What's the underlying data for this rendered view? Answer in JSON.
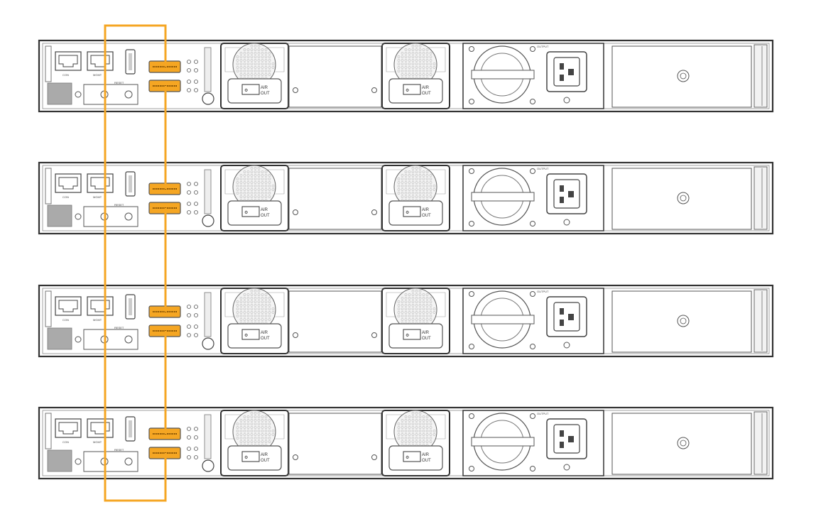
{
  "diagram": {
    "title": "",
    "units": [
      {
        "id": "switch-1"
      },
      {
        "id": "switch-2"
      },
      {
        "id": "switch-3"
      },
      {
        "id": "switch-4"
      }
    ],
    "port_labels": {
      "console": "CON",
      "mgmt": "MGMT",
      "reset": "RESET",
      "psu": "OUTPUT",
      "air_top": "AIR",
      "air_bottom": "OUT"
    },
    "stack_cable": {
      "color": "#F5A623",
      "topology": "ring",
      "connections": [
        {
          "from": "switch-1.stack-port-1",
          "to": "switch-2.stack-port-2"
        },
        {
          "from": "switch-2.stack-port-1",
          "to": "switch-3.stack-port-2"
        },
        {
          "from": "switch-3.stack-port-1",
          "to": "switch-4.stack-port-2"
        },
        {
          "from": "switch-4.stack-port-1",
          "to": "switch-1.stack-port-2"
        }
      ]
    },
    "colors": {
      "chassis_stroke": "#333333",
      "chassis_fill": "#ffffff",
      "port_highlight": "#F5A623"
    }
  }
}
